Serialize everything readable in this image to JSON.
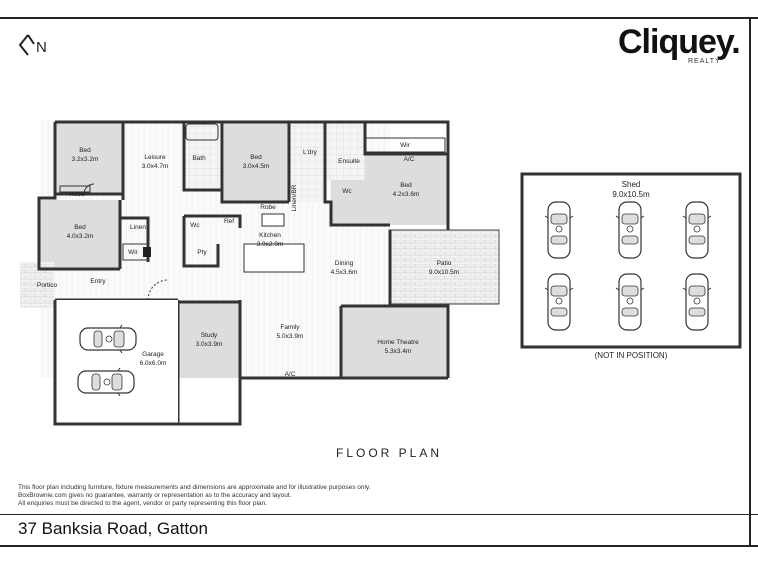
{
  "address": "37 Banksia Road, Gatton",
  "plan_title": "FLOOR PLAN",
  "brand": {
    "name": "Cliquey.",
    "sub": "REALTY"
  },
  "compass_label": "N",
  "disclaimer": [
    "This floor plan including furniture, fixture measurements and dimensions are approximate and for illustrative purposes only.",
    "BoxBrownie.com gives no guarantee, warranty or representation as to the accuracy and layout.",
    "All enquiries must be directed to the agent, vendor or party representing this floor plan."
  ],
  "rooms": {
    "bed1": {
      "name": "Bed",
      "size": "3.2x3.2m"
    },
    "robe1": {
      "name": "Robe"
    },
    "leisure": {
      "name": "Leisure",
      "size": "3.0x4.7m"
    },
    "bath": {
      "name": "Bath"
    },
    "bed2": {
      "name": "Bed",
      "size": "3.0x4.5m"
    },
    "ldry": {
      "name": "L'dry"
    },
    "ensuite": {
      "name": "Ensuite"
    },
    "wir_master": {
      "name": "Wir"
    },
    "ac_master": {
      "name": "A/C"
    },
    "wc_ensuite": {
      "name": "Wc"
    },
    "bed_master": {
      "name": "Bed",
      "size": "4.2x3.6m"
    },
    "linen_br": {
      "name": "Linen/BR"
    },
    "robe2": {
      "name": "Robe"
    },
    "bed3": {
      "name": "Bed",
      "size": "4.0x3.2m"
    },
    "linen": {
      "name": "Linen"
    },
    "wir_bed3": {
      "name": "Wir"
    },
    "wc": {
      "name": "Wc"
    },
    "ref": {
      "name": "Ref"
    },
    "kitchen": {
      "name": "Kitchen",
      "size": "3.9x2.9m"
    },
    "pty": {
      "name": "Pty"
    },
    "dining": {
      "name": "Dining",
      "size": "4.5x3.6m"
    },
    "patio": {
      "name": "Patio",
      "size": "9.0x10.5m"
    },
    "portico": {
      "name": "Portico"
    },
    "entry": {
      "name": "Entry"
    },
    "study": {
      "name": "Study",
      "size": "3.0x3.9m"
    },
    "family": {
      "name": "Family",
      "size": "5.0x3.9m"
    },
    "ac_family": {
      "name": "A/C"
    },
    "home_theatre": {
      "name": "Home Theatre",
      "size": "5.3x3.4m"
    },
    "garage": {
      "name": "Garage",
      "size": "6.0x6.0m"
    }
  },
  "shed": {
    "name": "Shed",
    "size": "9.0x10.5m",
    "note": "(NOT IN POSITION)"
  }
}
